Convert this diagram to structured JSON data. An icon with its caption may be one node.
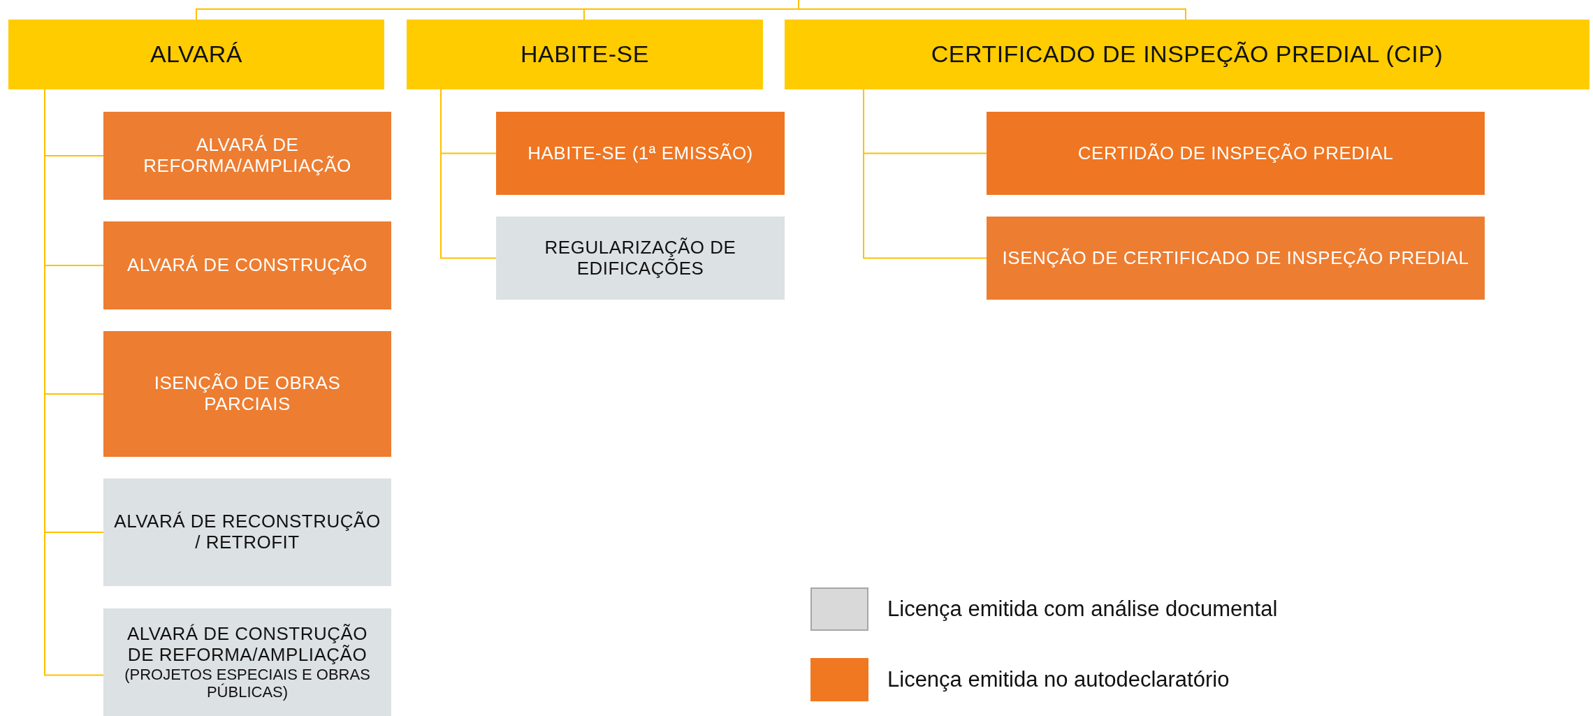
{
  "diagram": {
    "nodes": [
      {
        "text": [
          "ALVARÁ"
        ]
      },
      {
        "text": [
          "HABITE-SE"
        ]
      },
      {
        "text": [
          "CERTIFICADO DE INSPEÇÃO PREDIAL (CIP)"
        ]
      },
      {
        "text": [
          "ALVARÁ DE REFORMA/AMPLIAÇÃO"
        ]
      },
      {
        "text": [
          "ALVARÁ DE CONSTRUÇÃO"
        ]
      },
      {
        "text": [
          "ISENÇÃO DE OBRAS PARCIAIS"
        ]
      },
      {
        "text": [
          "ALVARÁ DE RECONSTRUÇÃO / RETROFIT"
        ]
      },
      {
        "text": [
          "ALVARÁ DE CONSTRUÇÃO DE REFORMA/AMPLIAÇÃO",
          "(PROJETOS ESPECIAIS E OBRAS PÚBLICAS)"
        ]
      },
      {
        "text": [
          "HABITE-SE (1ª EMISSÃO)"
        ]
      },
      {
        "text": [
          "REGULARIZAÇÃO DE EDIFICAÇÕES"
        ]
      },
      {
        "text": [
          "CERTIDÃO DE INSPEÇÃO PREDIAL"
        ]
      },
      {
        "text": [
          "ISENÇÃO DE CERTIFICADO DE INSPEÇÃO PREDIAL"
        ]
      }
    ],
    "edges": [
      {
        "from": null,
        "to": 0,
        "arrow": "none"
      },
      {
        "from": null,
        "to": 1,
        "arrow": "none"
      },
      {
        "from": null,
        "to": 2,
        "arrow": "none"
      },
      {
        "from": 0,
        "to": 3,
        "arrow": "none"
      },
      {
        "from": 0,
        "to": 4,
        "arrow": "none"
      },
      {
        "from": 0,
        "to": 5,
        "arrow": "none"
      },
      {
        "from": 0,
        "to": 6,
        "arrow": "none"
      },
      {
        "from": 0,
        "to": 7,
        "arrow": "none"
      },
      {
        "from": 1,
        "to": 8,
        "arrow": "none"
      },
      {
        "from": 1,
        "to": 9,
        "arrow": "none"
      },
      {
        "from": 2,
        "to": 10,
        "arrow": "none"
      },
      {
        "from": 2,
        "to": 11,
        "arrow": "none"
      }
    ],
    "legend": [
      {
        "text": "Licença emitida com análise documental",
        "color": "#d9d9d9"
      },
      {
        "text": "Licença emitida no autodeclaratório",
        "color": "#f07820"
      }
    ]
  }
}
